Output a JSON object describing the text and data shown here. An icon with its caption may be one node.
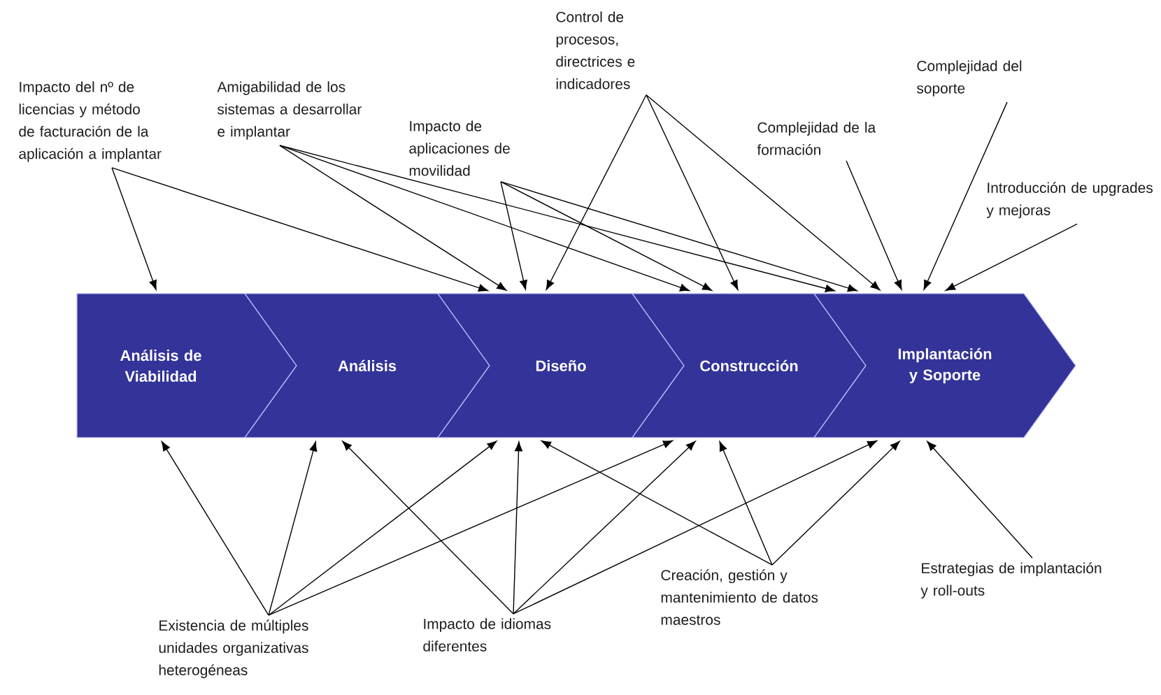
{
  "diagram": {
    "nodes": [
      {
        "text": [
          "Análisis de Viabilidad"
        ]
      },
      {
        "text": [
          "Análisis"
        ]
      },
      {
        "text": [
          "Diseño"
        ]
      },
      {
        "text": [
          "Construcción"
        ]
      },
      {
        "text": [
          "Implantación y Soporte"
        ]
      },
      {
        "text": [
          "Impacto del nº de licencias y método de facturación de la aplicación a implantar"
        ]
      },
      {
        "text": [
          "Amigabilidad de los sistemas a desarrollar e implantar"
        ]
      },
      {
        "text": [
          "Impacto de aplicaciones de movilidad"
        ]
      },
      {
        "text": [
          "Control de procesos, directrices e indicadores"
        ]
      },
      {
        "text": [
          "Complejidad de la formación"
        ]
      },
      {
        "text": [
          "Complejidad del soporte"
        ]
      },
      {
        "text": [
          "Introducción de upgrades y mejoras"
        ]
      },
      {
        "text": [
          "Existencia de múltiples unidades organizativas heterogéneas"
        ]
      },
      {
        "text": [
          "Impacto de idiomas diferentes"
        ]
      },
      {
        "text": [
          "Creación, gestión y mantenimiento de datos maestros"
        ]
      },
      {
        "text": [
          "Estrategias de implantación y roll-outs"
        ]
      }
    ],
    "edges": [
      {
        "from": 5,
        "to": 0,
        "arrow": "to"
      },
      {
        "from": 5,
        "to": 2,
        "arrow": "to"
      },
      {
        "from": 6,
        "to": 2,
        "arrow": "to"
      },
      {
        "from": 6,
        "to": 3,
        "arrow": "to"
      },
      {
        "from": 6,
        "to": 4,
        "arrow": "to"
      },
      {
        "from": 7,
        "to": 2,
        "arrow": "to"
      },
      {
        "from": 7,
        "to": 3,
        "arrow": "to"
      },
      {
        "from": 7,
        "to": 4,
        "arrow": "to"
      },
      {
        "from": 8,
        "to": 2,
        "arrow": "to"
      },
      {
        "from": 8,
        "to": 3,
        "arrow": "to"
      },
      {
        "from": 8,
        "to": 4,
        "arrow": "to"
      },
      {
        "from": 9,
        "to": 4,
        "arrow": "to"
      },
      {
        "from": 10,
        "to": 4,
        "arrow": "to"
      },
      {
        "from": 11,
        "to": 4,
        "arrow": "to"
      },
      {
        "from": 12,
        "to": 0,
        "arrow": "to"
      },
      {
        "from": 12,
        "to": 1,
        "arrow": "to"
      },
      {
        "from": 12,
        "to": 2,
        "arrow": "to"
      },
      {
        "from": 12,
        "to": 3,
        "arrow": "to"
      },
      {
        "from": 13,
        "to": 1,
        "arrow": "to"
      },
      {
        "from": 13,
        "to": 2,
        "arrow": "to"
      },
      {
        "from": 13,
        "to": 3,
        "arrow": "to"
      },
      {
        "from": 13,
        "to": 4,
        "arrow": "to"
      },
      {
        "from": 14,
        "to": 2,
        "arrow": "to"
      },
      {
        "from": 14,
        "to": 3,
        "arrow": "to"
      },
      {
        "from": 14,
        "to": 4,
        "arrow": "to"
      },
      {
        "from": 15,
        "to": 4,
        "arrow": "to"
      }
    ]
  }
}
